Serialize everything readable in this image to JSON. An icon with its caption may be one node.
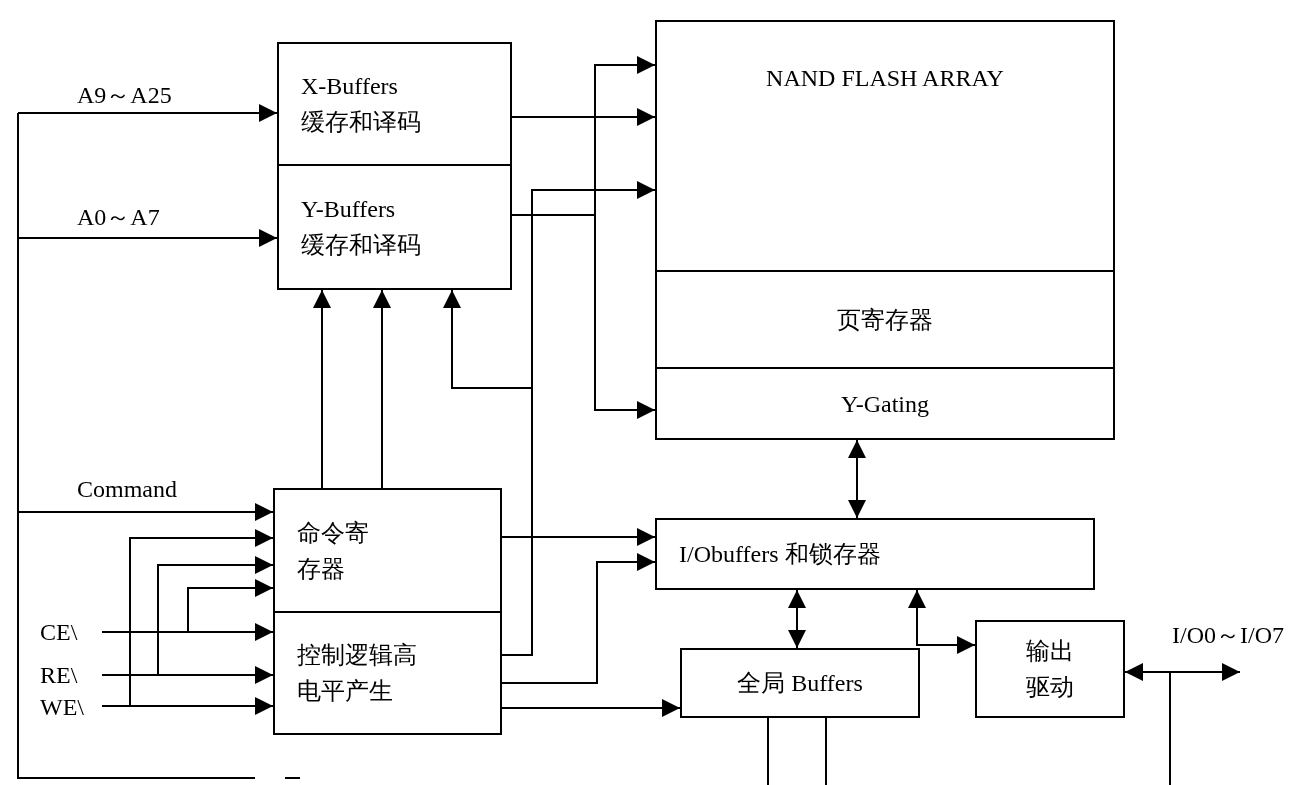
{
  "diagram": {
    "nodes": [
      {
        "text": [
          "X-Buffers",
          "缓存和译码"
        ]
      },
      {
        "text": [
          "Y-Buffers",
          "缓存和译码"
        ]
      },
      {
        "text": [
          "NAND FLASH ARRAY"
        ]
      },
      {
        "text": [
          "页寄存器"
        ]
      },
      {
        "text": [
          "Y-Gating"
        ]
      },
      {
        "text": [
          "命令寄存器"
        ]
      },
      {
        "text": [
          "控制逻辑高电平产生"
        ]
      },
      {
        "text": [
          "I/Obuffers 和锁存器"
        ]
      },
      {
        "text": [
          "全局 Buffers"
        ]
      },
      {
        "text": [
          "输出驱动"
        ]
      },
      {
        "text": [
          "CE\\"
        ]
      },
      {
        "text": [
          "RE\\"
        ]
      },
      {
        "text": [
          "WE\\"
        ]
      }
    ],
    "edges": [
      {
        "from": null,
        "to": 0,
        "arrow": "to",
        "label": "A9～A25"
      },
      {
        "from": null,
        "to": 1,
        "arrow": "to",
        "label": "A0～A7"
      },
      {
        "from": null,
        "to": 5,
        "arrow": "to",
        "label": "Command"
      },
      {
        "from": 10,
        "to": 5,
        "arrow": "to"
      },
      {
        "from": 10,
        "to": 6,
        "arrow": "to"
      },
      {
        "from": 11,
        "to": 5,
        "arrow": "to"
      },
      {
        "from": 11,
        "to": 6,
        "arrow": "to"
      },
      {
        "from": 12,
        "to": 5,
        "arrow": "to"
      },
      {
        "from": 12,
        "to": 6,
        "arrow": "to"
      },
      {
        "from": 5,
        "to": 1,
        "arrow": "to"
      },
      {
        "from": 5,
        "to": 1,
        "arrow": "to"
      },
      {
        "from": 6,
        "to": 1,
        "arrow": "to"
      },
      {
        "from": 6,
        "to": 2,
        "arrow": "to"
      },
      {
        "from": 0,
        "to": 2,
        "arrow": "to"
      },
      {
        "from": 1,
        "to": 2,
        "arrow": "to"
      },
      {
        "from": 1,
        "to": 4,
        "arrow": "to"
      },
      {
        "from": 5,
        "to": 7,
        "arrow": "to"
      },
      {
        "from": 6,
        "to": 7,
        "arrow": "to"
      },
      {
        "from": 6,
        "to": 8,
        "arrow": "to"
      },
      {
        "from": 4,
        "to": 7,
        "arrow": "both"
      },
      {
        "from": 7,
        "to": 8,
        "arrow": "both"
      },
      {
        "from": 7,
        "to": 9,
        "arrow": "both"
      },
      {
        "from": 9,
        "to": null,
        "arrow": "both",
        "label": "I/O0～I/O7"
      }
    ]
  }
}
